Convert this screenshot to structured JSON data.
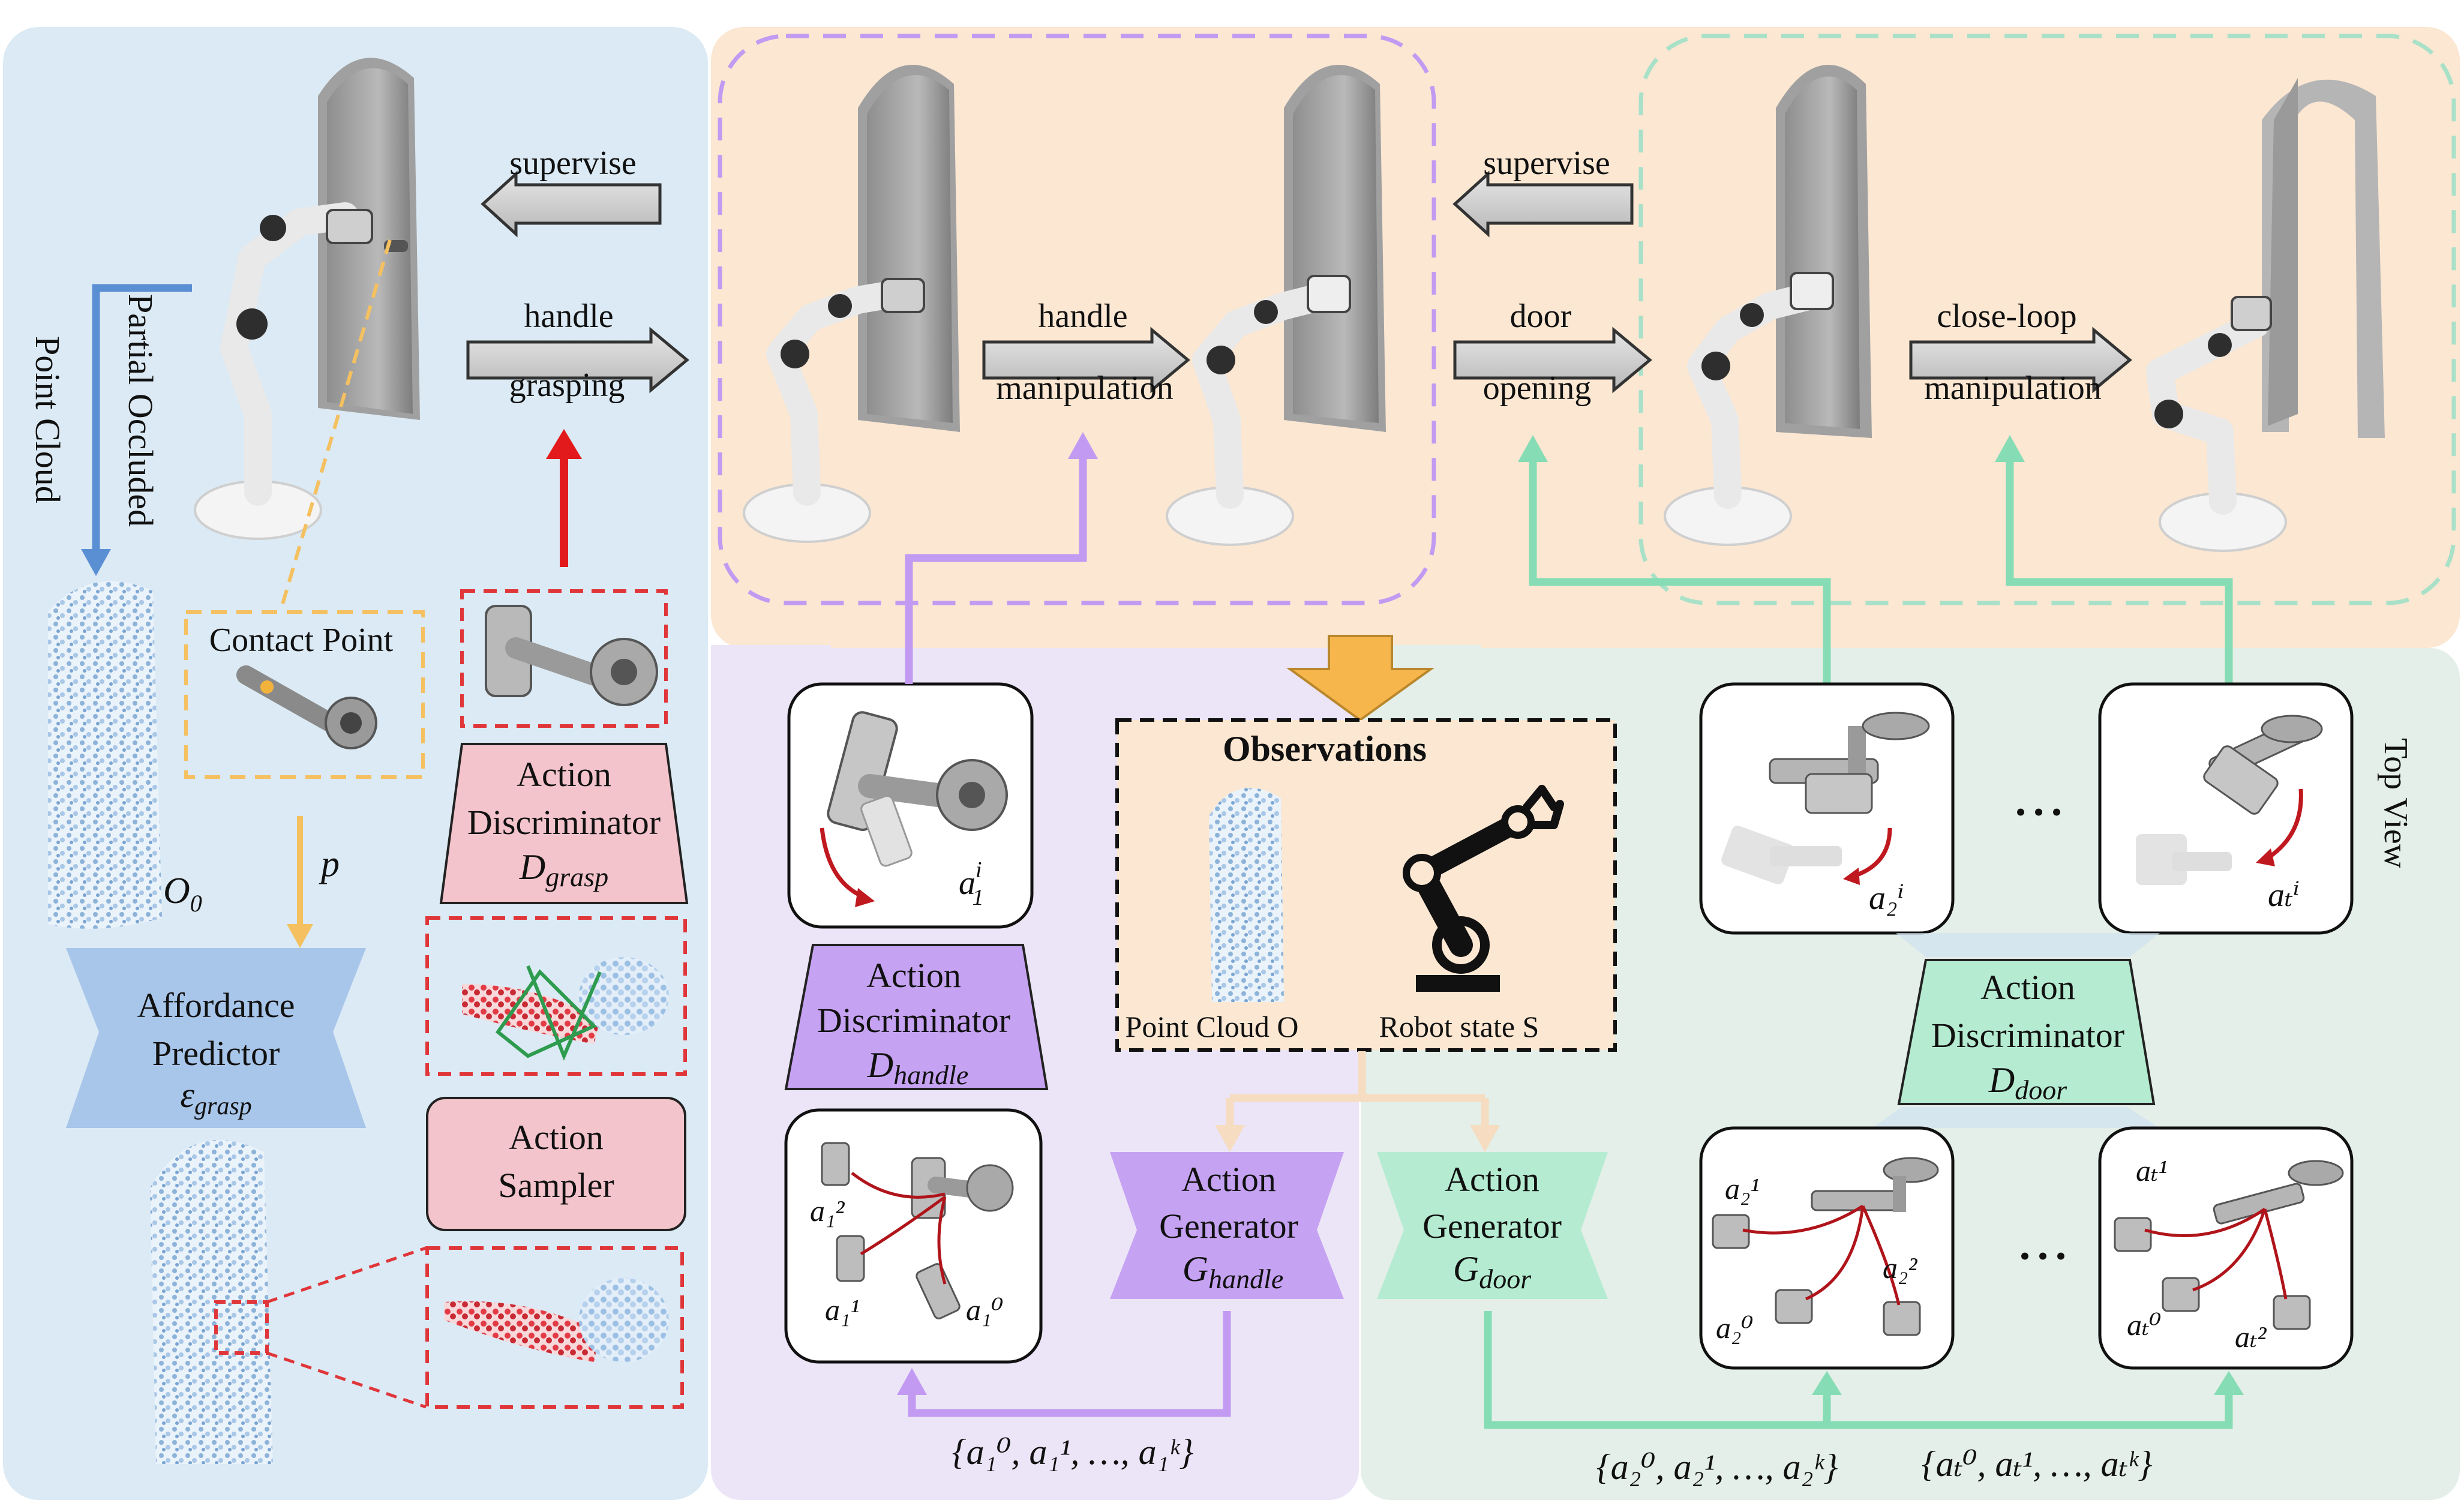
{
  "colors": {
    "panel_blue": "#dbeaf4",
    "panel_orange": "#fbe7d2",
    "panel_purple": "#ece5f7",
    "panel_green": "#e3efe8",
    "red": "#e31a1c",
    "red_dashed": "#e0363a",
    "purple": "#c29af2",
    "purple_block": "#c6a3f2",
    "green": "#86dcb4",
    "green_block": "#b5ecd1",
    "pink_block": "#f3c4cb",
    "blue_block": "#a8c5ea",
    "yellow_dashed": "#f5c060",
    "orange_arrow": "#f7b64c",
    "peach_arrow": "#f6dcc0",
    "pc_blue": "#8db3d9"
  },
  "left": {
    "point_cloud_label": "Point Cloud",
    "partial_occluded_label": "Partial Occluded",
    "supervise_label": "supervise",
    "handle_grasping_1": "handle",
    "handle_grasping_2": "grasping",
    "contact_point_label": "Contact Point",
    "o0_label": "O",
    "o0_sub": "0",
    "p_label": "p",
    "affordance_1": "Affordance",
    "affordance_2": "Predictor",
    "affordance_sym": "ε",
    "affordance_sub": "grasp",
    "disc_grasp_1": "Action",
    "disc_grasp_2": "Discriminator",
    "disc_grasp_sym": "D",
    "disc_grasp_sub": "grasp",
    "sampler_1": "Action",
    "sampler_2": "Sampler"
  },
  "top": {
    "handle_manip_1": "handle",
    "handle_manip_2": "manipulation",
    "supervise_label": "supervise",
    "door_opening_1": "door",
    "door_opening_2": "opening",
    "closeloop_1": "close-loop",
    "closeloop_2": "manipulation"
  },
  "middle": {
    "a1i": "a",
    "a1i_sup": "i",
    "a1i_sub": "1",
    "disc_handle_1": "Action",
    "disc_handle_2": "Discriminator",
    "disc_handle_sym": "D",
    "disc_handle_sub": "handle",
    "gen_handle_1": "Action",
    "gen_handle_2": "Generator",
    "gen_handle_sym": "G",
    "gen_handle_sub": "handle",
    "obs_title": "Observations",
    "obs_pc": "Point Cloud O",
    "obs_rs": "Robot state S",
    "gen_door_1": "Action",
    "gen_door_2": "Generator",
    "gen_door_sym": "G",
    "gen_door_sub": "door",
    "set_handle": "{a₁⁰, a₁¹, …, a₁ᵏ}",
    "cand_a12": "a₁²",
    "cand_a11": "a₁¹",
    "cand_a10": "a₁⁰"
  },
  "right": {
    "top_view": "Top View",
    "a2i": "a₂ⁱ",
    "ati": "aₜⁱ",
    "dots": "• • •",
    "disc_door_1": "Action",
    "disc_door_2": "Discriminator",
    "disc_door_sym": "D",
    "disc_door_sub": "door",
    "cand_a21": "a₂¹",
    "cand_a22": "a₂²",
    "cand_a20": "a₂⁰",
    "cand_at1": "aₜ¹",
    "cand_at0": "aₜ⁰",
    "cand_at2": "aₜ²",
    "set_door2": "{a₂⁰, a₂¹, …, a₂ᵏ}",
    "set_doort": "{aₜ⁰, aₜ¹, …, aₜᵏ}"
  }
}
